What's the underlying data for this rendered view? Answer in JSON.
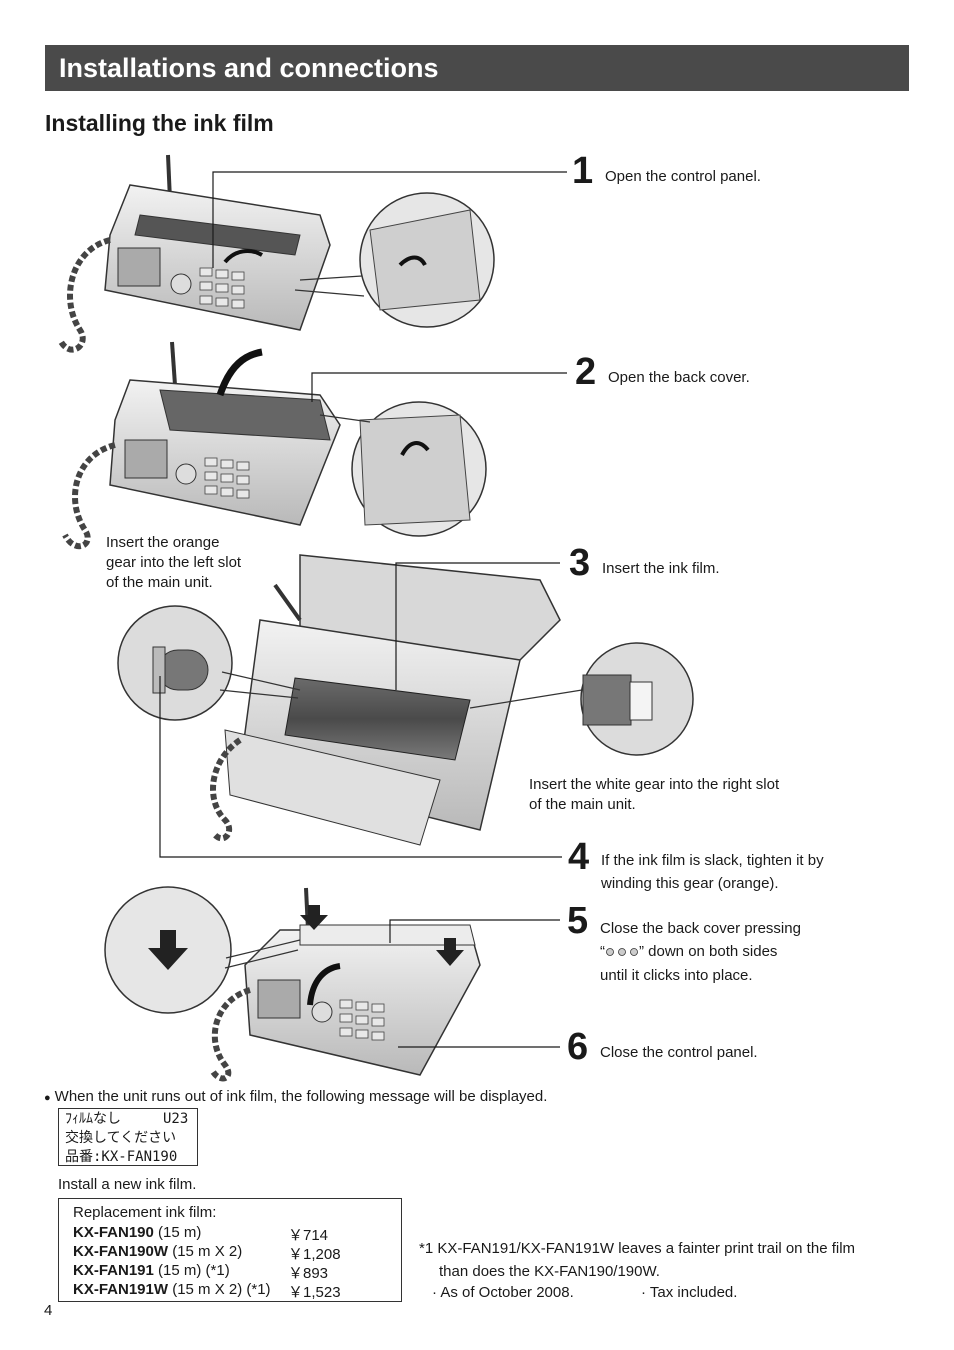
{
  "header": {
    "title": "Installations and connections"
  },
  "section": {
    "title": "Installing the ink film"
  },
  "steps": [
    {
      "num": "1",
      "text": "Open the control panel."
    },
    {
      "num": "2",
      "text": "Open the back cover."
    },
    {
      "num": "3",
      "text": "Insert the ink film."
    },
    {
      "num": "4",
      "text_line1": "If the ink film is slack, tighten it by",
      "text_line2": "winding this gear (orange)."
    },
    {
      "num": "5",
      "text_line1": "Close the back cover pressing",
      "text_line2_prefix": "“",
      "text_line2_suffix": "” down on both sides",
      "text_line3": "until it clicks into place."
    },
    {
      "num": "6",
      "text": "Close the control panel."
    }
  ],
  "callouts": {
    "orange_gear": [
      "Insert the orange",
      "gear into the left slot",
      "of the main unit."
    ],
    "white_gear": [
      "Insert the white gear into the right slot",
      "of the main unit."
    ]
  },
  "message_note": "When the unit runs out of ink film, the following message will be displayed.",
  "lcd": {
    "line1": "ﾌｨﾙﾑなし　　　U23",
    "line2": "交換してください",
    "line3": "品番:KX-FAN190"
  },
  "install_new": "Install a new ink film.",
  "replacement": {
    "heading": "Replacement ink film:",
    "items": [
      {
        "model": "KX-FAN190",
        "spec": " (15 m)",
        "price": "￥714"
      },
      {
        "model": "KX-FAN190W",
        "spec": " (15 m X 2)",
        "price": "￥1,208"
      },
      {
        "model": "KX-FAN191",
        "spec": " (15 m) (*1)",
        "price": "￥893"
      },
      {
        "model": "KX-FAN191W",
        "spec": " (15 m X 2) (*1)",
        "price": "￥1,523"
      }
    ]
  },
  "footnote": {
    "line1": "*1 KX-FAN191/KX-FAN191W leaves a fainter print trail on the film",
    "line2": "than does the KX-FAN190/190W.",
    "as_of": "· As of October 2008.",
    "tax": "· Tax included."
  },
  "page_number": "4",
  "colors": {
    "banner": "#4a4a4a",
    "banner_text": "#ffffff",
    "line": "#1a1a1a"
  }
}
